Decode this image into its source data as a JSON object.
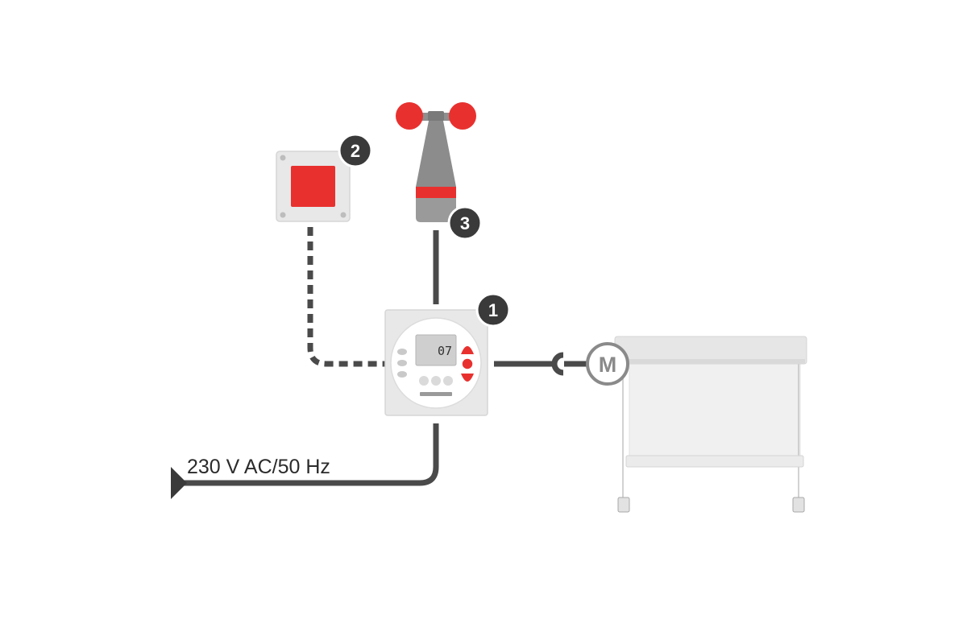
{
  "badges": {
    "controller": "1",
    "wall_switch": "2",
    "wind_sensor": "3"
  },
  "supply": {
    "label": "230 V AC/50 Hz"
  },
  "controller": {
    "display_value": "07"
  },
  "motor": {
    "label": "M"
  },
  "colors": {
    "accent": "#e8312f",
    "line": "#4a4a4a",
    "badge": "#3a3a3a",
    "panel": "#e8e8e8",
    "panel_border": "#d6d6d6"
  }
}
